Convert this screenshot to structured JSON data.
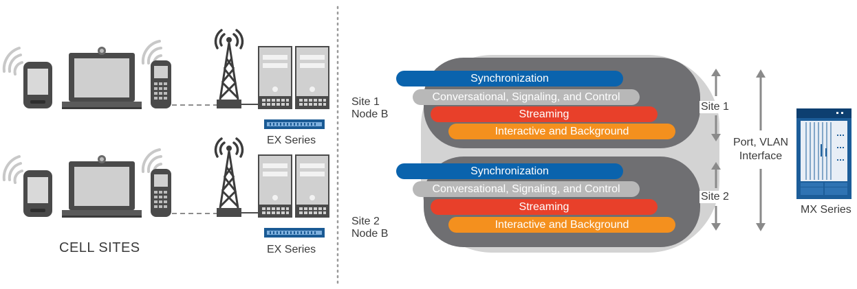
{
  "left": {
    "cell_sites_label": "CELL SITES",
    "ex_label_top": "EX Series",
    "ex_label_bottom": "EX Series"
  },
  "sites": [
    {
      "label_line1": "Site 1",
      "label_line2": "Node B",
      "arrow_label": "Site 1",
      "bands": [
        {
          "label": "Synchronization",
          "color": "#0a63ad"
        },
        {
          "label": "Conversational, Signaling, and Control",
          "color": "#b8b8b8"
        },
        {
          "label": "Streaming",
          "color": "#e8402a"
        },
        {
          "label": "Interactive and Background",
          "color": "#f4901e"
        }
      ]
    },
    {
      "label_line1": "Site 2",
      "label_line2": "Node B",
      "arrow_label": "Site 2",
      "bands": [
        {
          "label": "Synchronization",
          "color": "#0a63ad"
        },
        {
          "label": "Conversational, Signaling, and Control",
          "color": "#b8b8b8"
        },
        {
          "label": "Streaming",
          "color": "#e8402a"
        },
        {
          "label": "Interactive and Background",
          "color": "#f4901e"
        }
      ]
    }
  ],
  "right": {
    "port_line1": "Port, VLAN",
    "port_line2": "Interface",
    "mx_label": "MX Series"
  }
}
